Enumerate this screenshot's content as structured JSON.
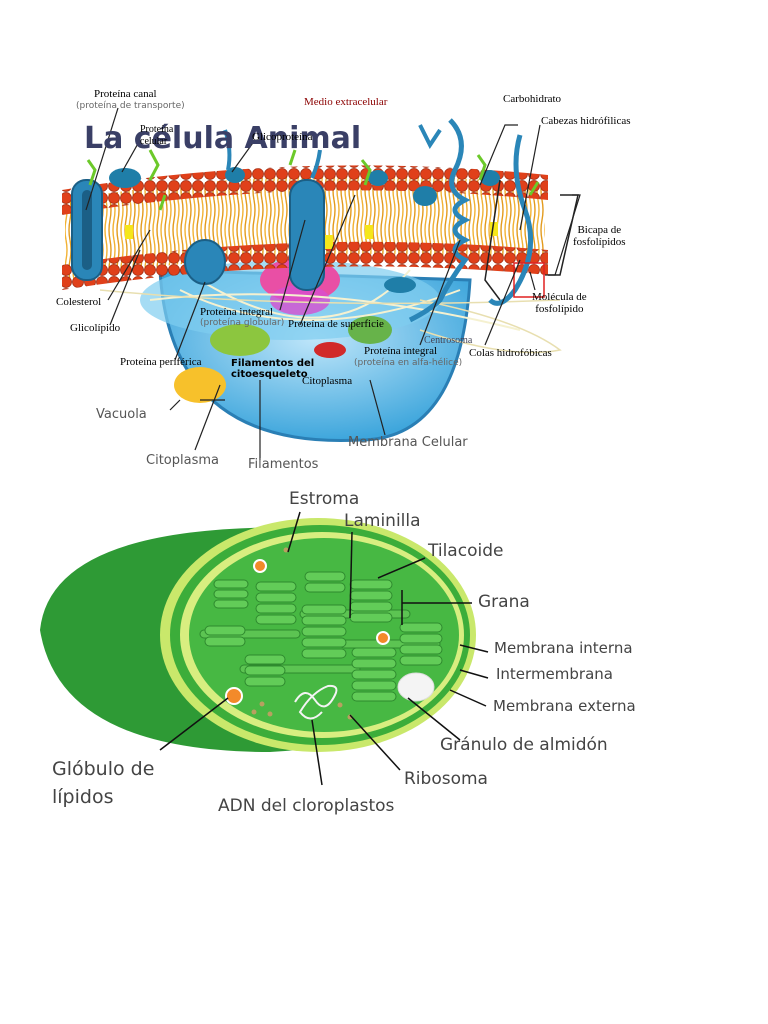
{
  "cell": {
    "title": "La célula Animal",
    "labels": {
      "proteina_canal": "Proteína canal",
      "proteina_canal_sub": "(proteína de transporte)",
      "proteina_2a": "Proteína",
      "proteina_2b": "celular",
      "glicoproteina": "Glicoproteína",
      "medio_extracelular": "Medio extracelular",
      "carbohidrato": "Carbohidrato",
      "cabezas": "Cabezas hidrófilicas",
      "bicapa": "Bicapa de\nfosfolípidos",
      "molecula": "Molécula de\nfosfolípido",
      "colas": "Colas hidrofóbicas",
      "colesterol": "Colesterol",
      "glicolipido": "Glicolípido",
      "proteina_integral": "Proteína integral",
      "proteina_integral_sub": "(proteína globular)",
      "proteina_superficie": "Proteína de superficie",
      "proteina_integral2": "Proteína integral",
      "proteina_integral2_sub": "(proteína en alfa-hélice)",
      "centrosoma": "Centrosoma",
      "proteina_periferica": "Proteína periférica",
      "filamentos_cito": "Filamentos del\ncitoesqueleto",
      "citoplasma_mid": "Citoplasma",
      "vacuola": "Vacuola",
      "citoplasma": "Citoplasma",
      "filamentos": "Filamentos",
      "membrana_celular": "Membrana Celular"
    }
  },
  "chloroplast": {
    "labels": {
      "estroma": "Estroma",
      "laminilla": "Laminilla",
      "tilacoide": "Tilacoide",
      "grana": "Grana",
      "membrana_interna": "Membrana interna",
      "intermembrana": "Intermembrana",
      "membrana_externa": "Membrana externa",
      "granulo": "Gránulo de almidón",
      "ribosoma": "Ribosoma",
      "adn": "ADN del cloroplastos",
      "globulo": "Glóbulo de\nlípidos"
    }
  },
  "colors": {
    "membrane_head": "#e0401a",
    "tail": "#f2b233",
    "protein_blue": "#2a86b8",
    "cyto_blue": "#5ab8e8",
    "chloro_dark": "#2e9a35",
    "chloro_light": "#5cc452",
    "label_red": "#8b0000"
  }
}
